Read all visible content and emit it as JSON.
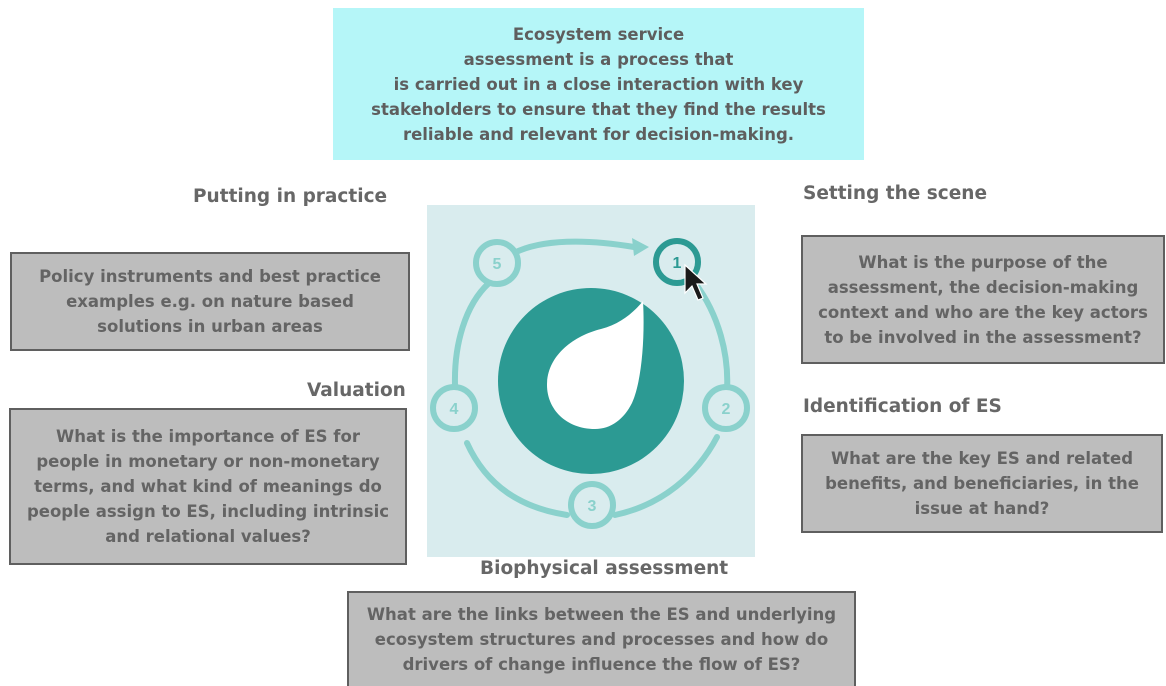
{
  "intro": {
    "lines": [
      "Ecosystem service",
      "assessment is a process that",
      "is carried out in a close interaction with key",
      "stakeholders to ensure that they find the results",
      "reliable and relevant for decision-making."
    ]
  },
  "cycle_steps": [
    "1",
    "2",
    "3",
    "4",
    "5"
  ],
  "icons": {
    "center": "water-drop-icon",
    "cursor": "mouse-pointer-icon"
  },
  "colors": {
    "intro_bg": "#b5f6f8",
    "box_bg": "#bdbdbd",
    "teal": "#2c9a93",
    "ring": "#8ad1cc",
    "panel_bg": "#d9ecee"
  },
  "steps": {
    "setting_the_scene": {
      "heading": "Setting the scene",
      "lines": [
        "What is the purpose of the",
        "assessment, the decision-making",
        "context and who are the key actors",
        "to be involved in the assessment?"
      ]
    },
    "identification": {
      "heading": "Identification of ES",
      "lines": [
        "What are the key ES and related",
        "benefits, and beneficiaries, in the",
        "issue at hand?"
      ]
    },
    "biophysical": {
      "heading": "Biophysical assessment",
      "lines": [
        "What are the links between the ES and underlying",
        "ecosystem structures and processes and how do",
        "drivers of change influence the flow of ES?"
      ]
    },
    "valuation": {
      "heading": "Valuation",
      "lines": [
        "What is the importance of ES for",
        "people in monetary or non-monetary",
        "terms, and what kind of meanings do",
        "people assign to ES, including intrinsic",
        "and relational values?"
      ]
    },
    "putting_in_practice": {
      "heading": "Putting in practice",
      "lines": [
        "Policy instruments and best practice",
        "examples e.g. on nature based",
        "solutions in urban areas"
      ]
    }
  }
}
